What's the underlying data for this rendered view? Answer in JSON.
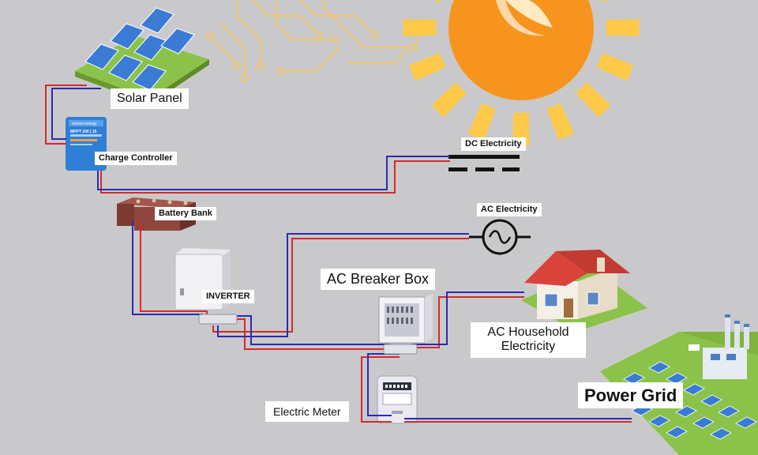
{
  "colors": {
    "background": "#c9c9cb",
    "wire_positive": "#d42a2a",
    "wire_negative": "#2a2ab4",
    "sun": "#f7941d",
    "sun_rays": "#ffc94a",
    "circuit": "#f3c562",
    "panel_cell": "#3a7bd5",
    "grass": "#8bc34a"
  },
  "labels": {
    "solar_panel": "Solar Panel",
    "charge_controller": "Charge Controller",
    "battery_bank": "Battery Bank",
    "inverter": "INVERTER",
    "dc_electricity": "DC Electricity",
    "ac_electricity": "AC Electricity",
    "ac_breaker_box": "AC Breaker Box",
    "ac_household_line1": "AC Household",
    "ac_household_line2": "Electricity",
    "electric_meter": "Electric Meter",
    "power_grid": "Power Grid"
  },
  "device_text": {
    "controller_brand": "victron energy",
    "controller_model": "MPPT 100 | 15"
  },
  "icons": [
    "sun-icon",
    "solar-panel-icon",
    "charge-controller-icon",
    "battery-icon",
    "inverter-icon",
    "dc-symbol-icon",
    "ac-symbol-icon",
    "breaker-box-icon",
    "house-icon",
    "meter-icon",
    "power-plant-icon"
  ]
}
